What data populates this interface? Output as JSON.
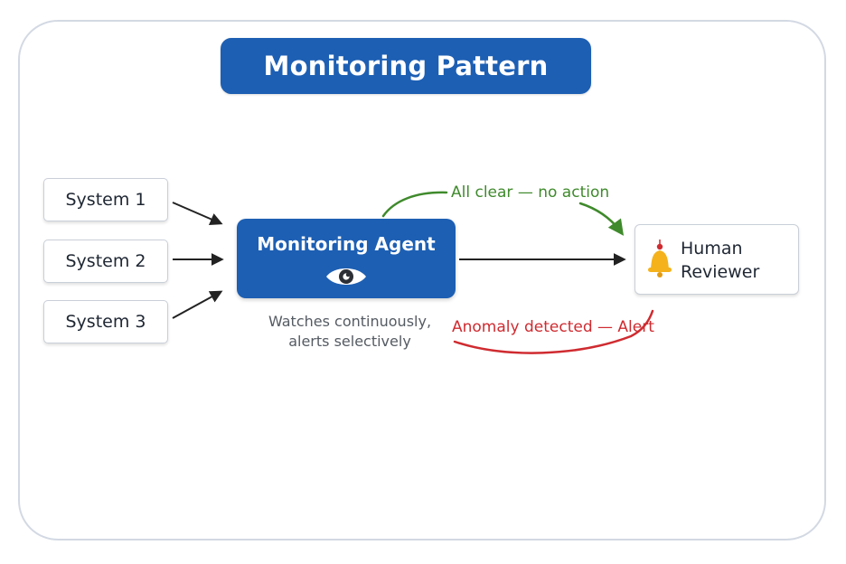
{
  "title": "Monitoring Pattern",
  "sources": [
    {
      "label": "System 1"
    },
    {
      "label": "System 2"
    },
    {
      "label": "System 3"
    }
  ],
  "agent": {
    "label": "Monitoring Agent",
    "icon": "eye-icon",
    "caption_line1": "Watches continuously,",
    "caption_line2": "alerts selectively"
  },
  "reviewer": {
    "line1": "Human",
    "line2": "Reviewer",
    "icon": "bell-icon"
  },
  "paths": {
    "clear_label": "All clear — no action",
    "alert_label": "Anomaly detected — Alert"
  },
  "colors": {
    "primary": "#1d5fb3",
    "clear": "#3f8a2c",
    "alert": "#cf2b30",
    "bell": "#f5b21b"
  }
}
